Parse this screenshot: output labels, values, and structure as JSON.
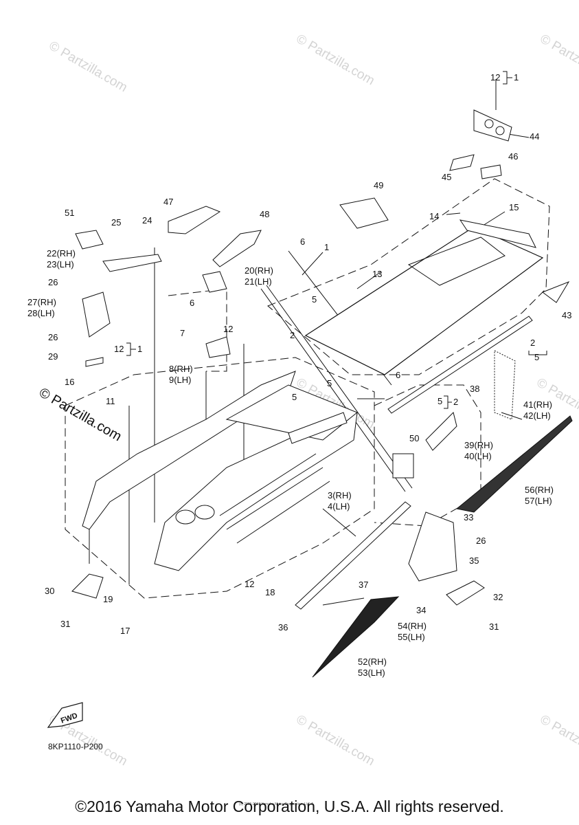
{
  "diagram": {
    "diagram_code": "8KP1110-P200",
    "fwd_label": "FWD",
    "copyright": "©2016 Yamaha Motor Corporation, U.S.A. All rights reserved.",
    "small_copyright": "(c) 2005-2016 Yamaha Motor Corporation, U.S.A.",
    "watermark_text": "© Partzilla.com",
    "brand_watermark": "© Partzilla.com",
    "callouts": [
      {
        "id": "c1",
        "text": "1"
      },
      {
        "id": "c2",
        "text": "2"
      },
      {
        "id": "c3",
        "text": "3(RH)"
      },
      {
        "id": "c4",
        "text": "4(LH)"
      },
      {
        "id": "c5a",
        "text": "5"
      },
      {
        "id": "c5b",
        "text": "5"
      },
      {
        "id": "c5c",
        "text": "5"
      },
      {
        "id": "c5d",
        "text": "5"
      },
      {
        "id": "c5e",
        "text": "5"
      },
      {
        "id": "c6a",
        "text": "6"
      },
      {
        "id": "c6b",
        "text": "6"
      },
      {
        "id": "c6c",
        "text": "6"
      },
      {
        "id": "c7",
        "text": "7"
      },
      {
        "id": "c8",
        "text": "8(RH)"
      },
      {
        "id": "c9",
        "text": "9(LH)"
      },
      {
        "id": "c11",
        "text": "11"
      },
      {
        "id": "c12a",
        "text": "12"
      },
      {
        "id": "c12b",
        "text": "12"
      },
      {
        "id": "c12c",
        "text": "12"
      },
      {
        "id": "c12d",
        "text": "12"
      },
      {
        "id": "c13",
        "text": "13"
      },
      {
        "id": "c14",
        "text": "14"
      },
      {
        "id": "c15",
        "text": "15"
      },
      {
        "id": "c16",
        "text": "16"
      },
      {
        "id": "c17",
        "text": "17"
      },
      {
        "id": "c18",
        "text": "18"
      },
      {
        "id": "c19",
        "text": "19"
      },
      {
        "id": "c20",
        "text": "20(RH)"
      },
      {
        "id": "c21",
        "text": "21(LH)"
      },
      {
        "id": "c22",
        "text": "22(RH)"
      },
      {
        "id": "c23",
        "text": "23(LH)"
      },
      {
        "id": "c24",
        "text": "24"
      },
      {
        "id": "c25",
        "text": "25"
      },
      {
        "id": "c26a",
        "text": "26"
      },
      {
        "id": "c26b",
        "text": "26"
      },
      {
        "id": "c26c",
        "text": "26"
      },
      {
        "id": "c27",
        "text": "27(RH)"
      },
      {
        "id": "c28",
        "text": "28(LH)"
      },
      {
        "id": "c29",
        "text": "29"
      },
      {
        "id": "c30",
        "text": "30"
      },
      {
        "id": "c31a",
        "text": "31"
      },
      {
        "id": "c31b",
        "text": "31"
      },
      {
        "id": "c32",
        "text": "32"
      },
      {
        "id": "c33",
        "text": "33"
      },
      {
        "id": "c34",
        "text": "34"
      },
      {
        "id": "c35",
        "text": "35"
      },
      {
        "id": "c36",
        "text": "36"
      },
      {
        "id": "c37",
        "text": "37"
      },
      {
        "id": "c38",
        "text": "38"
      },
      {
        "id": "c39",
        "text": "39(RH)"
      },
      {
        "id": "c40",
        "text": "40(LH)"
      },
      {
        "id": "c41",
        "text": "41(RH)"
      },
      {
        "id": "c42",
        "text": "42(LH)"
      },
      {
        "id": "c43",
        "text": "43"
      },
      {
        "id": "c44",
        "text": "44"
      },
      {
        "id": "c45",
        "text": "45"
      },
      {
        "id": "c46",
        "text": "46"
      },
      {
        "id": "c47",
        "text": "47"
      },
      {
        "id": "c48",
        "text": "48"
      },
      {
        "id": "c49",
        "text": "49"
      },
      {
        "id": "c50",
        "text": "50"
      },
      {
        "id": "c51",
        "text": "51"
      },
      {
        "id": "c52",
        "text": "52(RH)"
      },
      {
        "id": "c53",
        "text": "53(LH)"
      },
      {
        "id": "c54",
        "text": "54(RH)"
      },
      {
        "id": "c55",
        "text": "55(LH)"
      },
      {
        "id": "c56",
        "text": "56(RH)"
      },
      {
        "id": "c57",
        "text": "57(LH)"
      }
    ],
    "brackets": [
      {
        "id": "b1",
        "inner": "12",
        "outer": "1"
      },
      {
        "id": "b2",
        "inner": "12",
        "outer": "1"
      },
      {
        "id": "b3",
        "inner": "5",
        "outer": "2"
      },
      {
        "id": "b4",
        "inner": "5",
        "outer": "2"
      }
    ]
  }
}
